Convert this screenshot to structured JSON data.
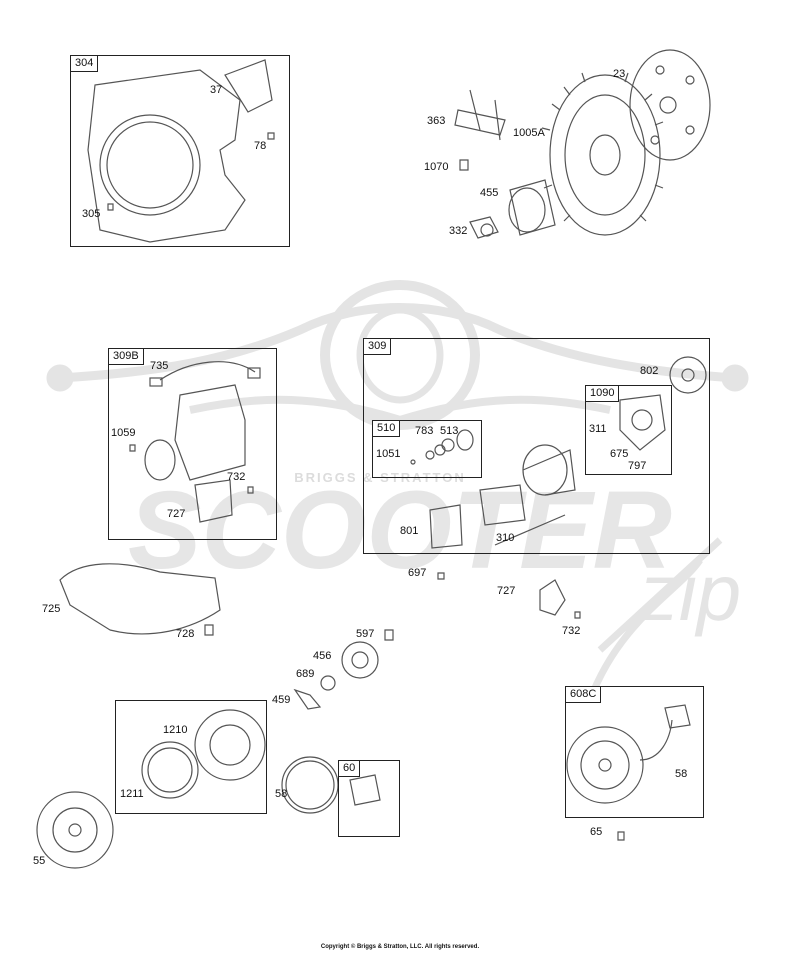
{
  "watermark": {
    "brand": "BRIGGS & STRATTON",
    "word": "SCOOTER",
    "script": "zip"
  },
  "copyright": "Copyright © Briggs & Stratton, LLC. All rights reserved.",
  "groups": [
    {
      "id": "g304",
      "label": "304"
    },
    {
      "id": "g309b",
      "label": "309B"
    },
    {
      "id": "g309",
      "label": "309"
    },
    {
      "id": "g510",
      "label": "510"
    },
    {
      "id": "g1090",
      "label": "1090"
    },
    {
      "id": "g60",
      "label": "60"
    },
    {
      "id": "g608c",
      "label": "608C"
    }
  ],
  "parts": [
    "37",
    "78",
    "305",
    "23",
    "363",
    "1005A",
    "1070",
    "455",
    "332",
    "735",
    "1059",
    "732",
    "727",
    "802",
    "311",
    "675",
    "797",
    "783",
    "513",
    "1051",
    "801",
    "310",
    "697",
    "727",
    "732",
    "725",
    "728",
    "597",
    "456",
    "689",
    "459",
    "1210",
    "1211",
    "58",
    "55",
    "58",
    "65"
  ],
  "colors": {
    "line": "#222222",
    "watermark": "#e2e2e2",
    "part": "#555555"
  }
}
